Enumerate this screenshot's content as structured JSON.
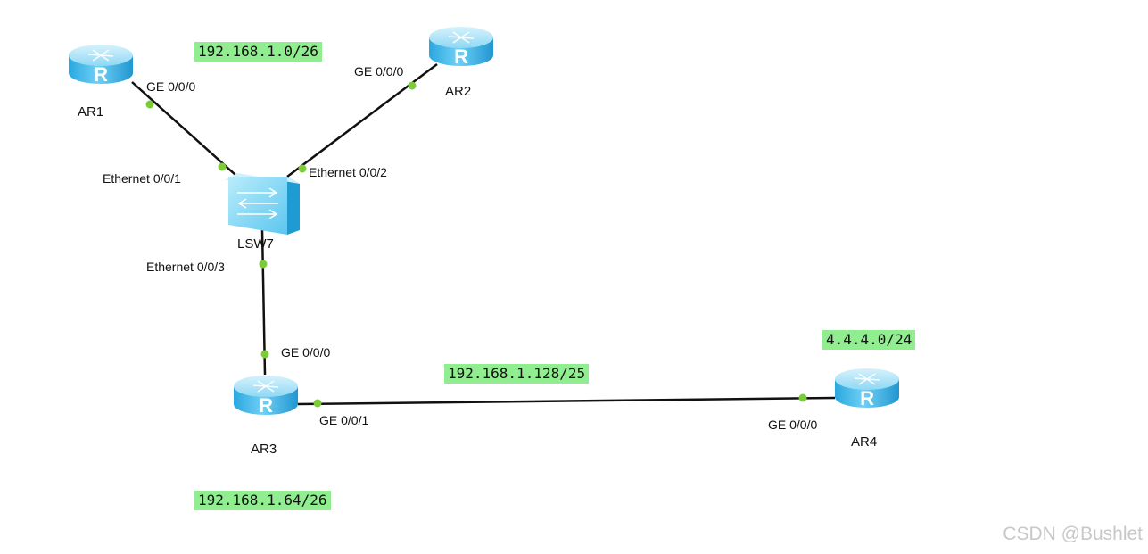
{
  "devices": {
    "ar1": {
      "name": "AR1"
    },
    "ar2": {
      "name": "AR2"
    },
    "ar3": {
      "name": "AR3"
    },
    "ar4": {
      "name": "AR4"
    },
    "lsw7": {
      "name": "LSW7"
    }
  },
  "ports": {
    "ar1_ge000": "GE 0/0/0",
    "ar2_ge000": "GE 0/0/0",
    "lsw_eth001": "Ethernet 0/0/1",
    "lsw_eth002": "Ethernet 0/0/2",
    "lsw_eth003": "Ethernet 0/0/3",
    "ar3_ge000": "GE 0/0/0",
    "ar3_ge001": "GE 0/0/1",
    "ar4_ge000": "GE 0/0/0"
  },
  "subnets": {
    "top": "192.168.1.0/26",
    "ar4": "4.4.4.0/24",
    "link": "192.168.1.128/25",
    "bottom": "192.168.1.64/26"
  },
  "router_glyph": "R",
  "watermark": "CSDN @Bushlet",
  "colors": {
    "link": "#111111",
    "port_dot": "#7ccc3a",
    "subnet_bg": "#90ee90",
    "device_body": "#38b6e8",
    "device_top": "#aee4f8"
  }
}
